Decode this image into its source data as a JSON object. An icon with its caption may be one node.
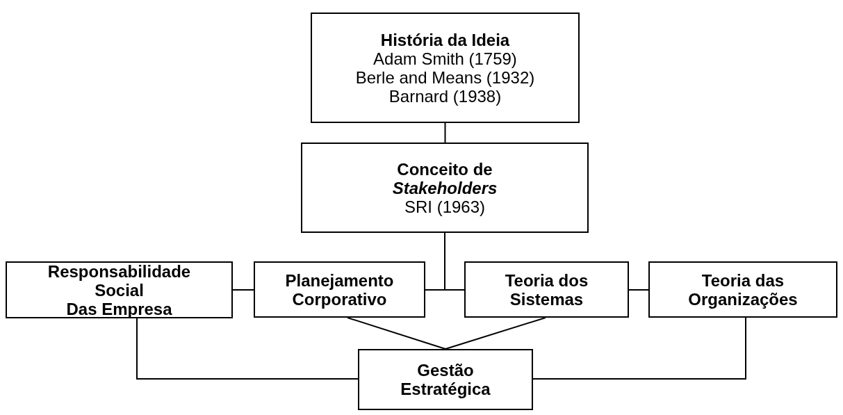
{
  "diagram": {
    "nodes": [
      {
        "text": [
          "História da Ideia",
          "Adam Smith (1759)",
          "Berle and Means (1932)",
          "Barnard (1938)"
        ]
      },
      {
        "text": [
          "Conceito de *Stakeholders*",
          "SRI (1963)"
        ]
      },
      {
        "text": [
          "Responsabilidade Social",
          "Das Empresa"
        ]
      },
      {
        "text": [
          "Planejamento Corporativo"
        ]
      },
      {
        "text": [
          "Teoria dos Sistemas"
        ]
      },
      {
        "text": [
          "Teoria das Organizações"
        ]
      },
      {
        "text": [
          "Gestão Estratégica"
        ]
      }
    ],
    "edges": [
      {
        "from": 0,
        "to": 1,
        "arrow": "none"
      },
      {
        "from": 1,
        "to": 3,
        "arrow": "none"
      },
      {
        "from": 1,
        "to": 4,
        "arrow": "none"
      },
      {
        "from": 2,
        "to": 3,
        "arrow": "none"
      },
      {
        "from": 4,
        "to": 5,
        "arrow": "none"
      },
      {
        "from": 3,
        "to": 6,
        "arrow": "none"
      },
      {
        "from": 4,
        "to": 6,
        "arrow": "none"
      },
      {
        "from": 2,
        "to": 6,
        "arrow": "none"
      },
      {
        "from": 5,
        "to": 6,
        "arrow": "none"
      }
    ]
  }
}
